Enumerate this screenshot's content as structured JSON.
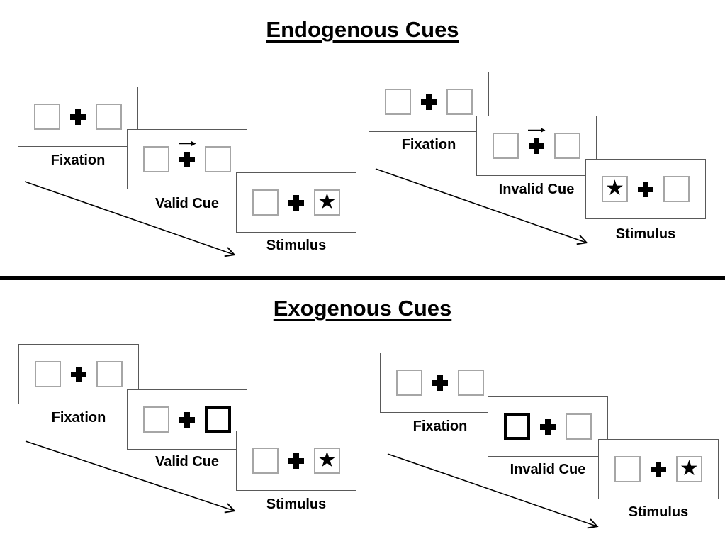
{
  "colors": {
    "background": "#ffffff",
    "panel_border": "#595959",
    "square_border": "#a6a6a6",
    "cue_square_border": "#000000",
    "symbol": "#000000",
    "text": "#000000",
    "divider": "#000000"
  },
  "glyphs": {
    "star": "★",
    "fixation_cross": "+",
    "cue_arrow_direction": "right"
  },
  "sections": [
    {
      "title": "Endogenous Cues",
      "cue_style": "central right-pointing arrow above fixation cross",
      "sequences": [
        {
          "name": "valid-trial",
          "panels": [
            {
              "label": "Fixation",
              "type": "fixation"
            },
            {
              "label": "Valid Cue",
              "type": "arrow-cue",
              "arrow_direction": "right"
            },
            {
              "label": "Stimulus",
              "type": "stimulus",
              "star_side": "right"
            }
          ]
        },
        {
          "name": "invalid-trial",
          "panels": [
            {
              "label": "Fixation",
              "type": "fixation"
            },
            {
              "label": "Invalid Cue",
              "type": "arrow-cue",
              "arrow_direction": "right"
            },
            {
              "label": "Stimulus",
              "type": "stimulus",
              "star_side": "left"
            }
          ]
        }
      ]
    },
    {
      "title": "Exogenous Cues",
      "cue_style": "peripheral box brightened (thick black border)",
      "sequences": [
        {
          "name": "valid-trial",
          "panels": [
            {
              "label": "Fixation",
              "type": "fixation"
            },
            {
              "label": "Valid Cue",
              "type": "box-cue",
              "highlight_side": "right"
            },
            {
              "label": "Stimulus",
              "type": "stimulus",
              "star_side": "right"
            }
          ]
        },
        {
          "name": "invalid-trial",
          "panels": [
            {
              "label": "Fixation",
              "type": "fixation"
            },
            {
              "label": "Invalid Cue",
              "type": "box-cue",
              "highlight_side": "left"
            },
            {
              "label": "Stimulus",
              "type": "stimulus",
              "star_side": "right"
            }
          ]
        }
      ]
    }
  ]
}
